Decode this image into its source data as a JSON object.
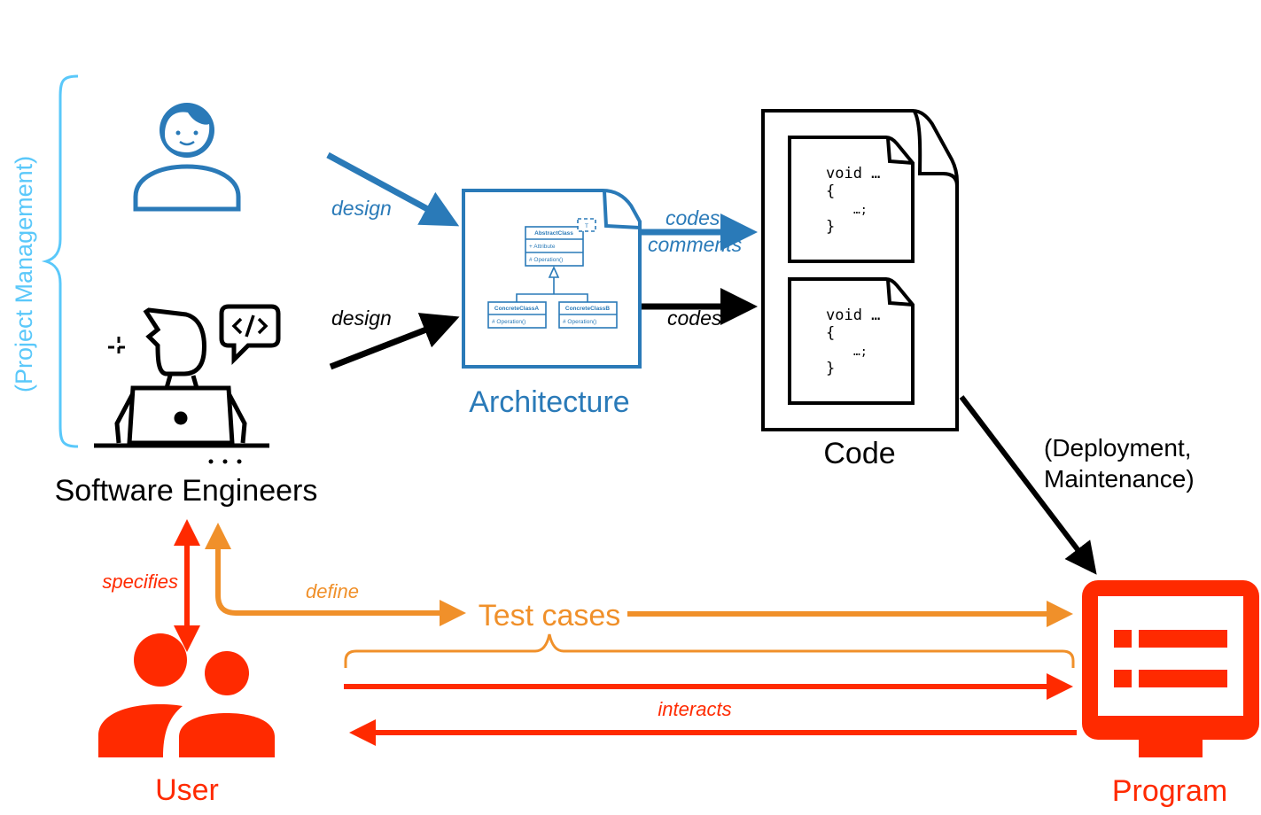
{
  "colors": {
    "blue": "#2a7ab8",
    "light_blue": "#5ac8fa",
    "orange": "#f0902a",
    "red": "#ff2a00",
    "black": "#000000"
  },
  "labels": {
    "project_management": "(Project Management)",
    "software_engineers": "Software Engineers",
    "architecture": "Architecture",
    "code": "Code",
    "deployment": "(Deployment,",
    "maintenance": "Maintenance)",
    "user": "User",
    "program": "Program",
    "test_cases": "Test cases"
  },
  "edges": {
    "design_blue": "design",
    "design_black": "design",
    "codes_comments_1": "codes,",
    "codes_comments_2": "comments",
    "codes": "codes",
    "specifies": "specifies",
    "define": "define",
    "interacts": "interacts"
  },
  "uml": {
    "abstract_class": "AbstractClass",
    "attribute": "+ Attribute",
    "operation": "# Operation()",
    "template": "T",
    "class_a": "ConcreteClassA",
    "class_b": "ConcreteClassB",
    "class_a_op": "# Operation()",
    "class_b_op": "# Operation()"
  },
  "code_snippets": [
    {
      "line1": "void …",
      "line2": "{",
      "line3": "…;",
      "line4": "}"
    },
    {
      "line1": "void …",
      "line2": "{",
      "line3": "…;",
      "line4": "}"
    }
  ],
  "icons": [
    "person-icon",
    "developer-laptop-icon",
    "code-speech-bubble-icon",
    "users-icon",
    "monitor-list-icon",
    "document-icon"
  ]
}
